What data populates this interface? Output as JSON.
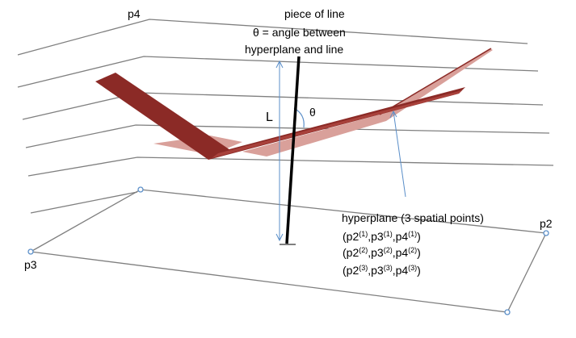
{
  "labels": {
    "p4": "p4",
    "p3": "p3",
    "p2": "p2",
    "title_line1": "piece of  line",
    "title_line2": "θ = angle between",
    "title_line3": "hyperplane  and line",
    "L": "L",
    "theta": "θ",
    "hyperplane_title": "hyperplane  (3 spatial points)"
  },
  "tuples": [
    [
      {
        "base": "(p2",
        "sup": "(1)"
      },
      {
        "base": ",p3",
        "sup": "(1)"
      },
      {
        "base": ",p4",
        "sup": "(1)"
      },
      {
        "base": ")",
        "sup": ""
      }
    ],
    [
      {
        "base": "(p2",
        "sup": "(2)"
      },
      {
        "base": ",p3",
        "sup": "(2)"
      },
      {
        "base": ",p4",
        "sup": "(2)"
      },
      {
        "base": ")",
        "sup": ""
      }
    ],
    [
      {
        "base": "(p2",
        "sup": "(3)"
      },
      {
        "base": ",p3",
        "sup": "(3)"
      },
      {
        "base": ",p4",
        "sup": "(3)"
      },
      {
        "base": ")",
        "sup": ""
      }
    ]
  ],
  "colors": {
    "plane_lines": "#7f7f7f",
    "hyperplane_dark": "#8b2a26",
    "hyperplane_light": "#d9a09a",
    "arrow": "#5b8fc9",
    "line": "#000000"
  }
}
